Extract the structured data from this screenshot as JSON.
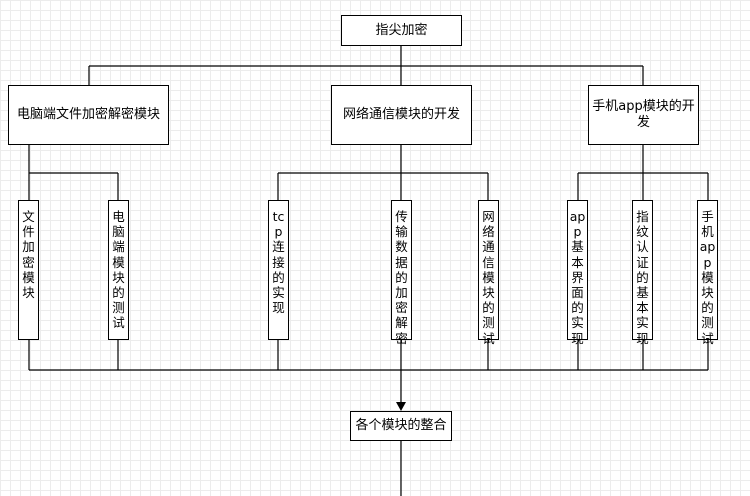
{
  "diagram": {
    "root": "指尖加密",
    "modules": {
      "pc": "电脑端文件加密解密模块",
      "net": "网络通信模块的开发",
      "phone": "手机app模块的开发"
    },
    "tasks": {
      "file_encrypt": "文件加密模块",
      "pc_test": "电脑端模块的测试",
      "tcp": "tcp连接的实现",
      "transfer": "传输数据的加密解密",
      "net_test": "网络通信模块的测试",
      "app_ui": "app基本界面的实现",
      "fingerprint": "指纹认证的基本实现",
      "phone_test": "手机app模块的测试"
    },
    "integration": "各个模块的整合"
  },
  "colors": {
    "stroke": "#000000",
    "fill": "#ffffff",
    "grid": "#ececec"
  }
}
